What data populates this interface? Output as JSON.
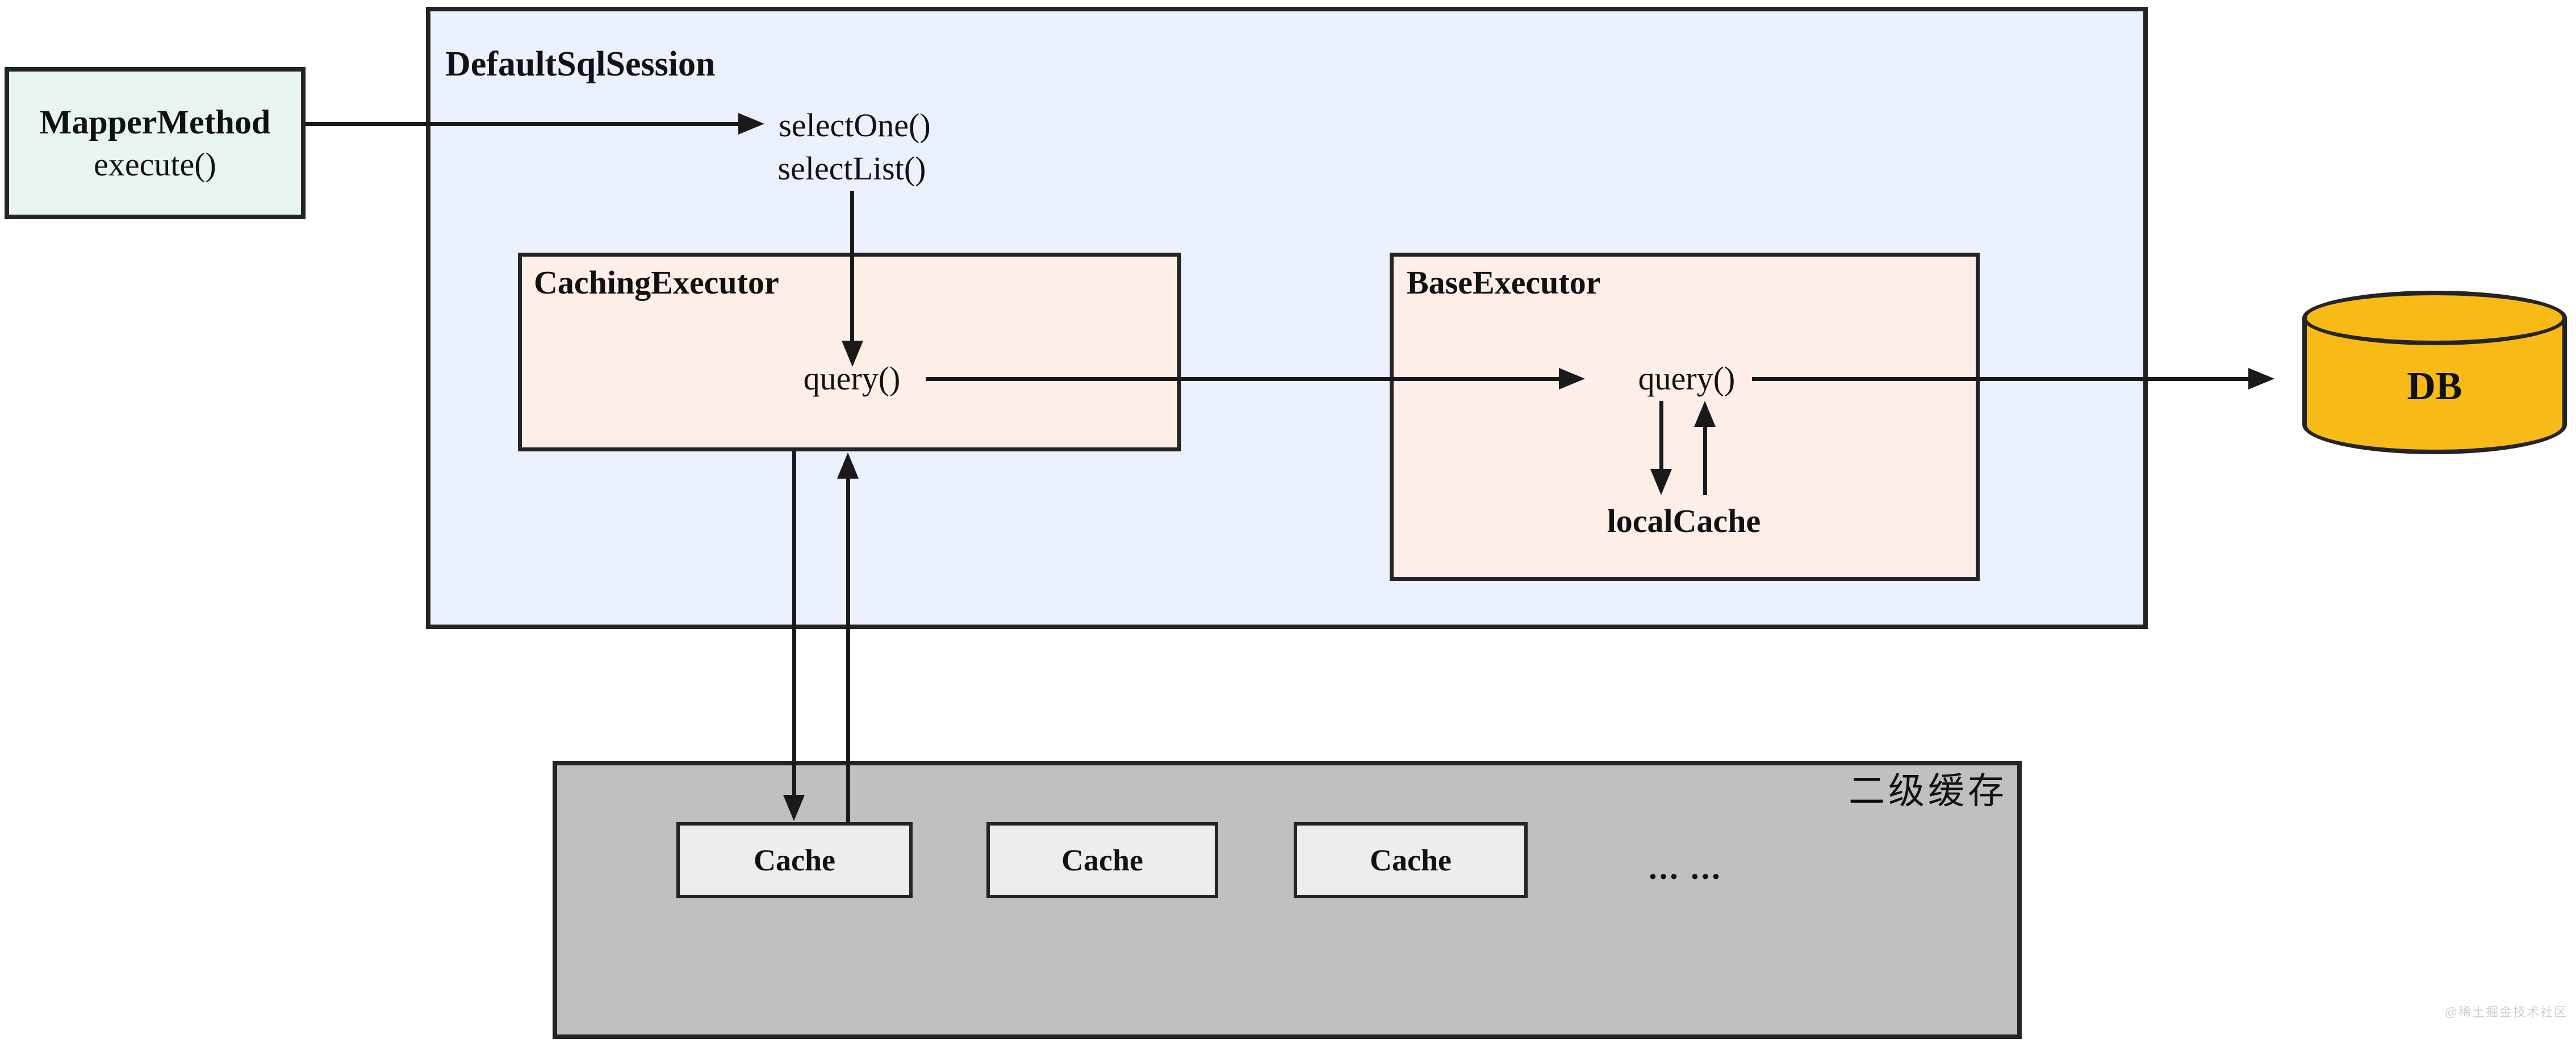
{
  "mapper": {
    "title": "MapperMethod",
    "method": "execute()"
  },
  "session": {
    "title": "DefaultSqlSession",
    "method1": "selectOne()",
    "method2": "selectList()"
  },
  "caching_executor": {
    "title": "CachingExecutor",
    "method": "query()"
  },
  "base_executor": {
    "title": "BaseExecutor",
    "method": "query()",
    "cache_label": "localCache"
  },
  "db": {
    "label": "DB"
  },
  "second_level_cache": {
    "label": "二级缓存",
    "boxes": [
      "Cache",
      "Cache",
      "Cache"
    ],
    "ellipsis": "... ..."
  },
  "watermark": "@稀土掘金技术社区",
  "colors": {
    "mint": "#e8f5ef",
    "blue": "#eaf0fc",
    "pink": "#fdeee8",
    "yellow": "#f8ba16",
    "gray": "#c0c0c0",
    "cache_fill": "#ededed",
    "border": "#242424",
    "line": "#1a1a1a",
    "watermark": "#cfcfcf",
    "text": "#111111"
  }
}
